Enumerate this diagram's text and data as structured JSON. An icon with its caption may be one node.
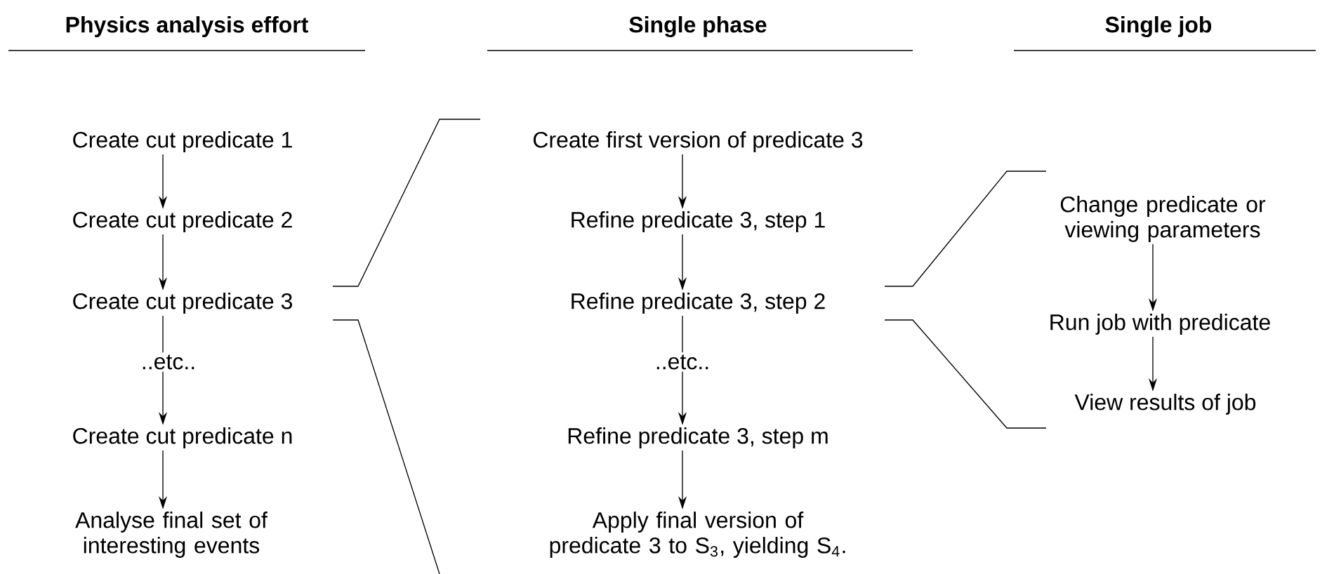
{
  "diagram": {
    "nodes": [
      {
        "text": [
          "Create cut predicate 1"
        ]
      },
      {
        "text": [
          "Create cut predicate 2"
        ]
      },
      {
        "text": [
          "Create cut predicate 3"
        ]
      },
      {
        "text": [
          "..etc.."
        ]
      },
      {
        "text": [
          "Create cut predicate n"
        ]
      },
      {
        "text": [
          "Analyse final set of interesting events"
        ]
      },
      {
        "text": [
          "Create first version of predicate 3"
        ]
      },
      {
        "text": [
          "Refine predicate 3, step 1"
        ]
      },
      {
        "text": [
          "Refine predicate 3, step 2"
        ]
      },
      {
        "text": [
          "..etc.."
        ]
      },
      {
        "text": [
          "Refine predicate 3, step m"
        ]
      },
      {
        "text": [
          "Apply final version of predicate 3 to S$_{3}$, yielding S$_{4}$."
        ]
      },
      {
        "text": [
          "Change predicate or viewing parameters"
        ]
      },
      {
        "text": [
          "Run job with predicate"
        ]
      },
      {
        "text": [
          "View results of job"
        ]
      }
    ],
    "edges": [
      {
        "from": 0,
        "to": 1,
        "arrow": "to"
      },
      {
        "from": 1,
        "to": 2,
        "arrow": "to"
      },
      {
        "from": 2,
        "to": 3,
        "arrow": "none"
      },
      {
        "from": 3,
        "to": 4,
        "arrow": "to"
      },
      {
        "from": 4,
        "to": 5,
        "arrow": "to"
      },
      {
        "from": 6,
        "to": 7,
        "arrow": "to"
      },
      {
        "from": 7,
        "to": 8,
        "arrow": "to"
      },
      {
        "from": 8,
        "to": 9,
        "arrow": "none"
      },
      {
        "from": 9,
        "to": 10,
        "arrow": "to"
      },
      {
        "from": 10,
        "to": 11,
        "arrow": "to"
      },
      {
        "from": 12,
        "to": 13,
        "arrow": "to"
      },
      {
        "from": 13,
        "to": 14,
        "arrow": "to"
      }
    ],
    "labels": [
      "Physics analysis effort",
      "Single phase",
      "Single job"
    ]
  }
}
